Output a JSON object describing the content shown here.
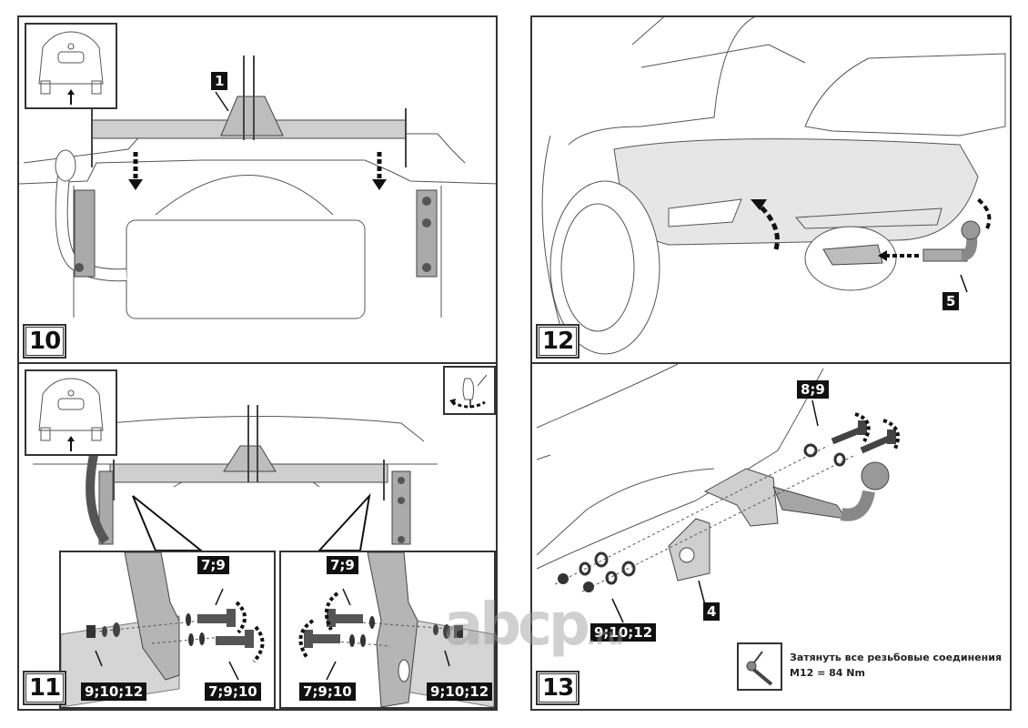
{
  "document": {
    "title": "Towbar installation instructions (steps 10–13)",
    "steps": [
      {
        "number": "10",
        "labels": [
          "1"
        ],
        "inset": "rear-view-car-with-arrow",
        "description": "Towbar crossbar (part 1) lowered onto frame mounts"
      },
      {
        "number": "12",
        "labels": [
          "5"
        ],
        "description": "Ball neck (part 5) inserted into receiver, bumper lifted"
      },
      {
        "number": "11",
        "inset": "rear-view-car-with-arrow",
        "tool_icon": "torque-hand-icon",
        "detail_left": {
          "bolt_label": "7;9",
          "washer_label": "7;9;10",
          "nut_label": "9;10;12"
        },
        "detail_right": {
          "bolt_label": "7;9",
          "washer_label": "7;9;10",
          "nut_label": "9;10;12"
        }
      },
      {
        "number": "13",
        "bolt_label": "8;9",
        "bracket_label": "4",
        "nut_label": "9;10;12",
        "note": {
          "line1": "Затянуть все резьбовые соединения",
          "line2": "M12 = 84 Nm",
          "icon": "torque-wrench-icon"
        }
      }
    ]
  },
  "watermark": {
    "main": "abcp",
    "suffix": ".ru"
  },
  "colors": {
    "border": "#333333",
    "part_fill": "#bdbdbd",
    "body_fill": "#e6e6e6",
    "label_bg": "#111111",
    "label_text": "#ffffff"
  }
}
